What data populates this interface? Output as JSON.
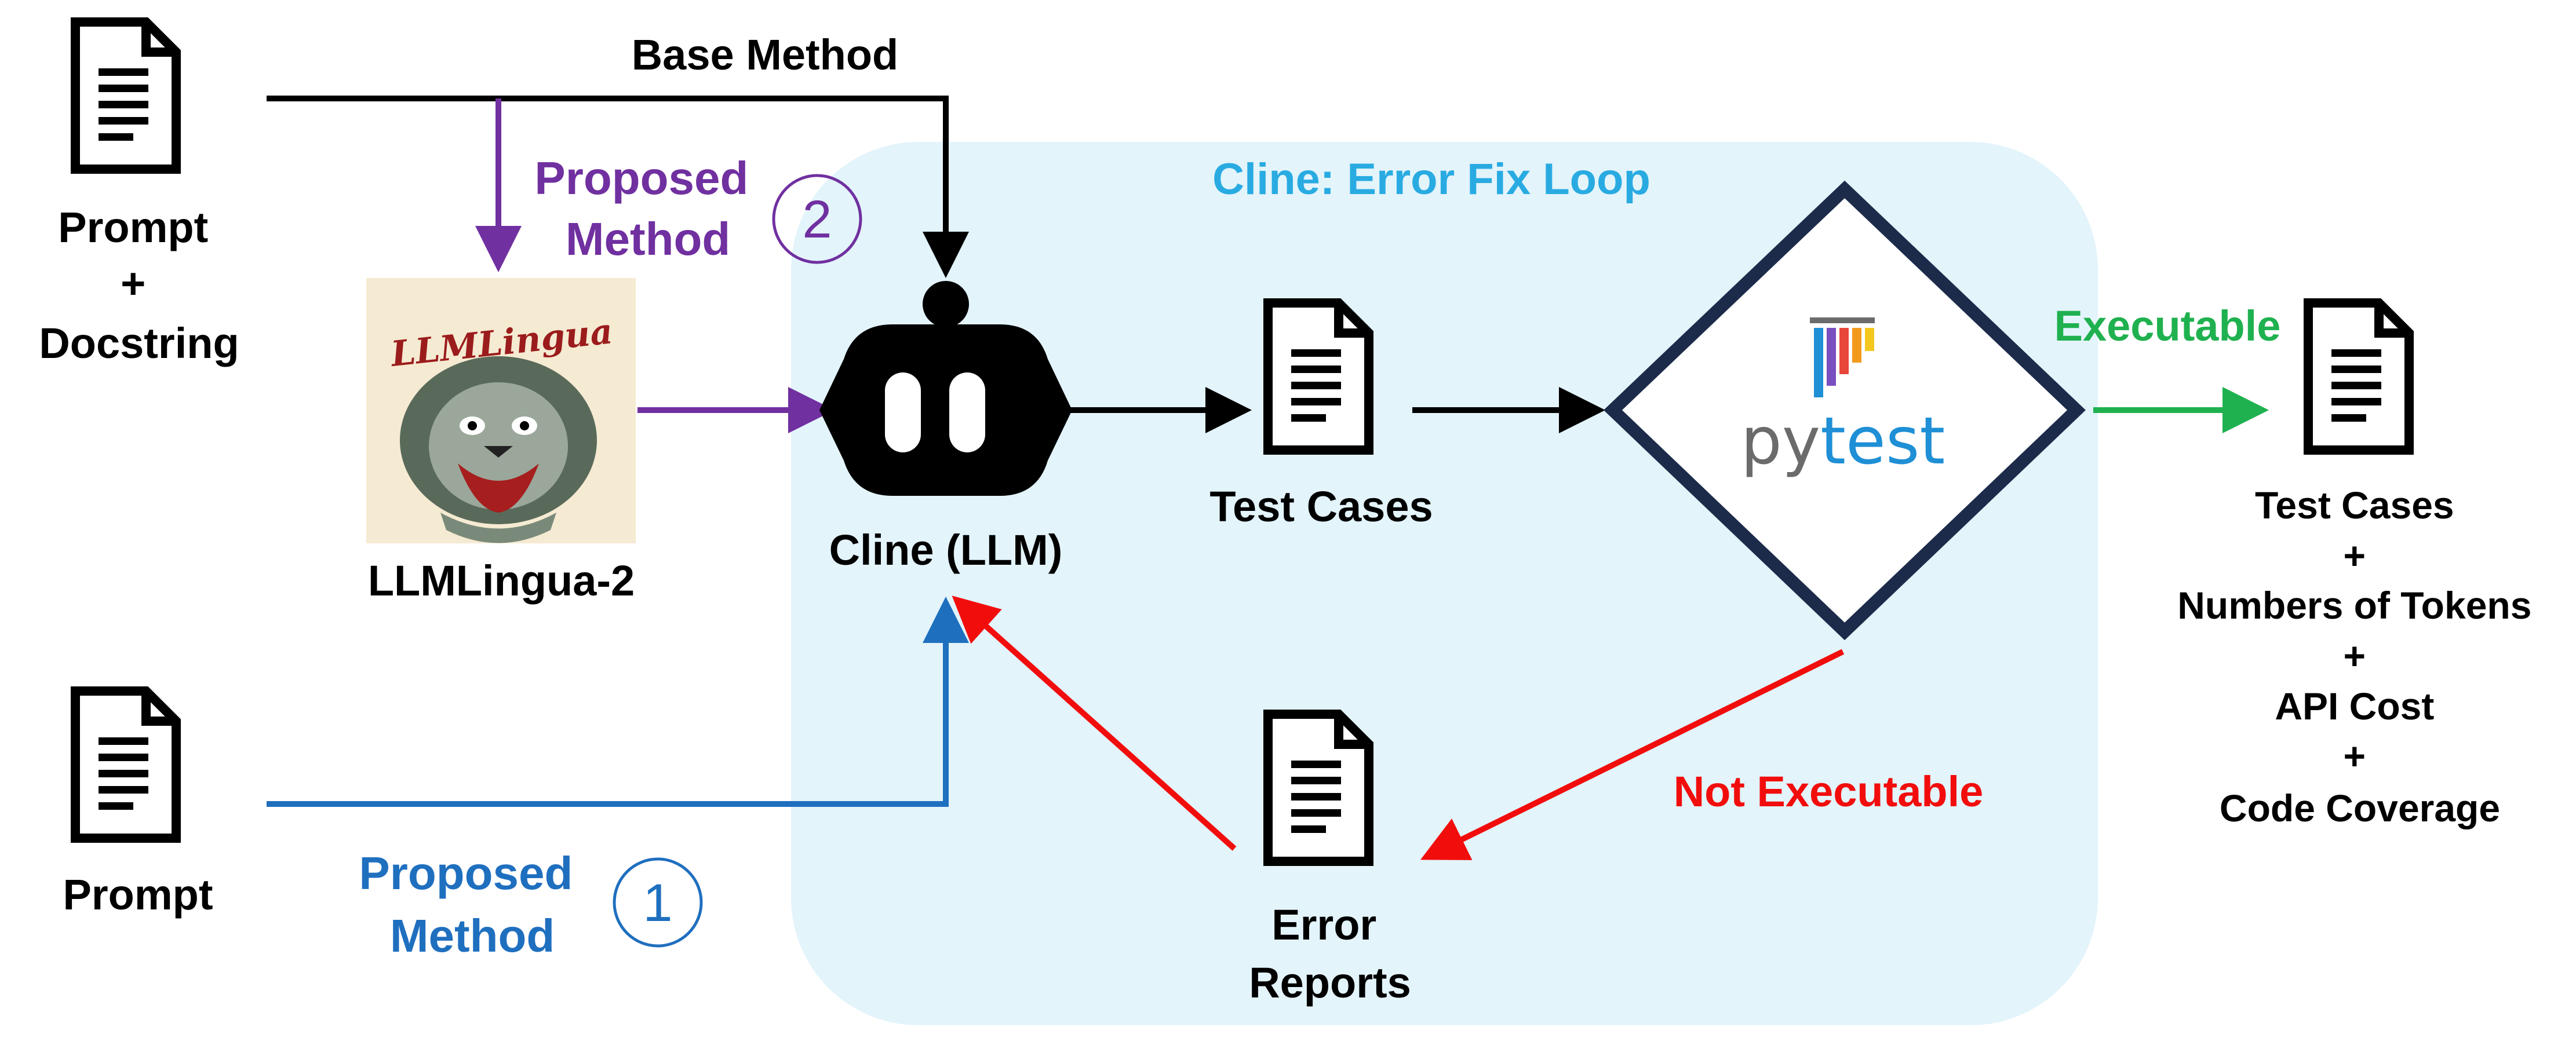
{
  "labels": {
    "base_method": "Base Method",
    "proposed_method_2_line1": "Proposed",
    "proposed_method_2_line2": "Method",
    "circle_2": "2",
    "prompt_docstring_line1": "Prompt",
    "prompt_docstring_line2": "+",
    "prompt_docstring_line3": "Docstring",
    "llmlingua_logo_text": "LLMLingua",
    "llmlingua_name": "LLMLingua-2",
    "loop_title": "Cline: Error Fix Loop",
    "cline_llm": "Cline (LLM)",
    "test_cases": "Test Cases",
    "pytest_py": "py",
    "pytest_test": "test",
    "executable": "Executable",
    "not_executable": "Not Executable",
    "error_reports_line1": "Error",
    "error_reports_line2": "Reports",
    "prompt": "Prompt",
    "proposed_method_1_line1": "Proposed",
    "proposed_method_1_line2": "Method",
    "circle_1": "1",
    "output_line1": "Test Cases",
    "output_plus1": "+",
    "output_line2": "Numbers of Tokens",
    "output_plus2": "+",
    "output_line3": "API Cost",
    "output_plus3": "+",
    "output_line4": "Code Coverage"
  },
  "colors": {
    "loop_background": "#e3f4fb",
    "loop_title": "#29abe2",
    "purple": "#7030a0",
    "blue": "#1f6fbf",
    "red": "#f20d0d",
    "green": "#1fb14f",
    "navy": "#1c2b4a",
    "black": "#000000"
  }
}
